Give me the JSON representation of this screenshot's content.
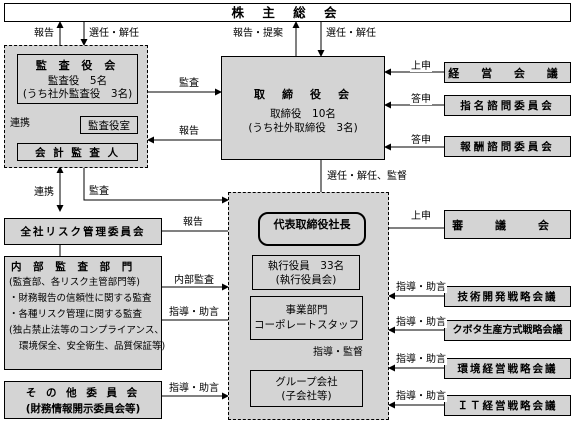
{
  "shareholders": "株 主 総 会",
  "audit_board": {
    "title": "監 査 役 会",
    "line1": "監査役　5名",
    "line2": "(うち社外監査役　3名)",
    "office": "監査役室",
    "accountant": "会 計 監 査 人"
  },
  "board": {
    "title": "取　締　役　会",
    "line1": "取締役　10名",
    "line2": "(うち社外取締役　3名)"
  },
  "management_council": "経 営 会 議",
  "nomination": "指名諮問委員会",
  "compensation": "報酬諮問委員会",
  "deliberation": "審 議 会",
  "risk_committee": "全社リスク管理委員会",
  "internal_audit": {
    "title": "内 部 監 査 部 門",
    "line1": "(監査部、各リスク主管部門等)",
    "line2": "・財務報告の信頼性に関する監査",
    "line3": "・各種リスク管理に関する監査",
    "line4": "(独占禁止法等のコンプライアンス、",
    "line5": "環境保全、安全衛生、品質保証等)"
  },
  "other_committees": {
    "title": "そ の 他 委 員 会",
    "sub": "(財務情報開示委員会等)"
  },
  "president": "代表取締役社長",
  "officers": {
    "line1": "執行役員　33名",
    "line2": "(執行役員会)"
  },
  "business": {
    "line1": "事業部門",
    "line2": "コーポレートスタッフ"
  },
  "group": {
    "line1": "グループ会社",
    "line2": "(子会社等)"
  },
  "tech_council": "技術開発戦略会議",
  "kubota_council": "クボタ生産方式戦略会議",
  "env_council": "環境経営戦略会議",
  "it_council": "ＩＴ経営戦略会議",
  "labels": {
    "report": "報告",
    "elect_dismiss": "選任・解任",
    "report_propose": "報告・提案",
    "audit": "監査",
    "submit": "上申",
    "answer": "答申",
    "cooperate": "連携",
    "elect_dismiss_supervise": "選任・解任、監督",
    "internal_audit": "内部監査",
    "guidance": "指導・助言",
    "guidance_supervise": "指導・監督"
  }
}
